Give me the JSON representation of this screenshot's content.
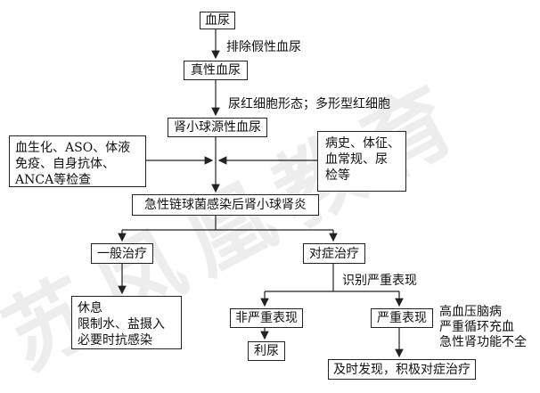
{
  "watermark": "苏凤凰教育",
  "nodes": {
    "hematuria": "血尿",
    "true_hematuria": "真性血尿",
    "glomerular_hematuria": "肾小球源性血尿",
    "left_tests": [
      "血生化、ASO、体液",
      "免疫、自身抗体、",
      "ANCA等检查"
    ],
    "right_tests": [
      "病史、体征、",
      "血常规、尿",
      "检等"
    ],
    "diagnosis": "急性链球菌感染后肾小球肾炎",
    "general_treatment": "一般治疗",
    "symptomatic_treatment": "对症治疗",
    "general_items": [
      "休息",
      "限制水、盐摄入",
      "必要时抗感染"
    ],
    "non_severe": "非严重表现",
    "severe": "严重表现",
    "diuresis": "利尿",
    "timely": "及时发现，积极对症治疗"
  },
  "labels": {
    "exclude_false": "排除假性血尿",
    "rbc_morphology": "尿红细胞形态；多形型红细胞",
    "identify_severe": "识别严重表现",
    "severe_list": [
      "高血压脑病",
      "严重循环充血",
      "急性肾功能不全"
    ]
  }
}
